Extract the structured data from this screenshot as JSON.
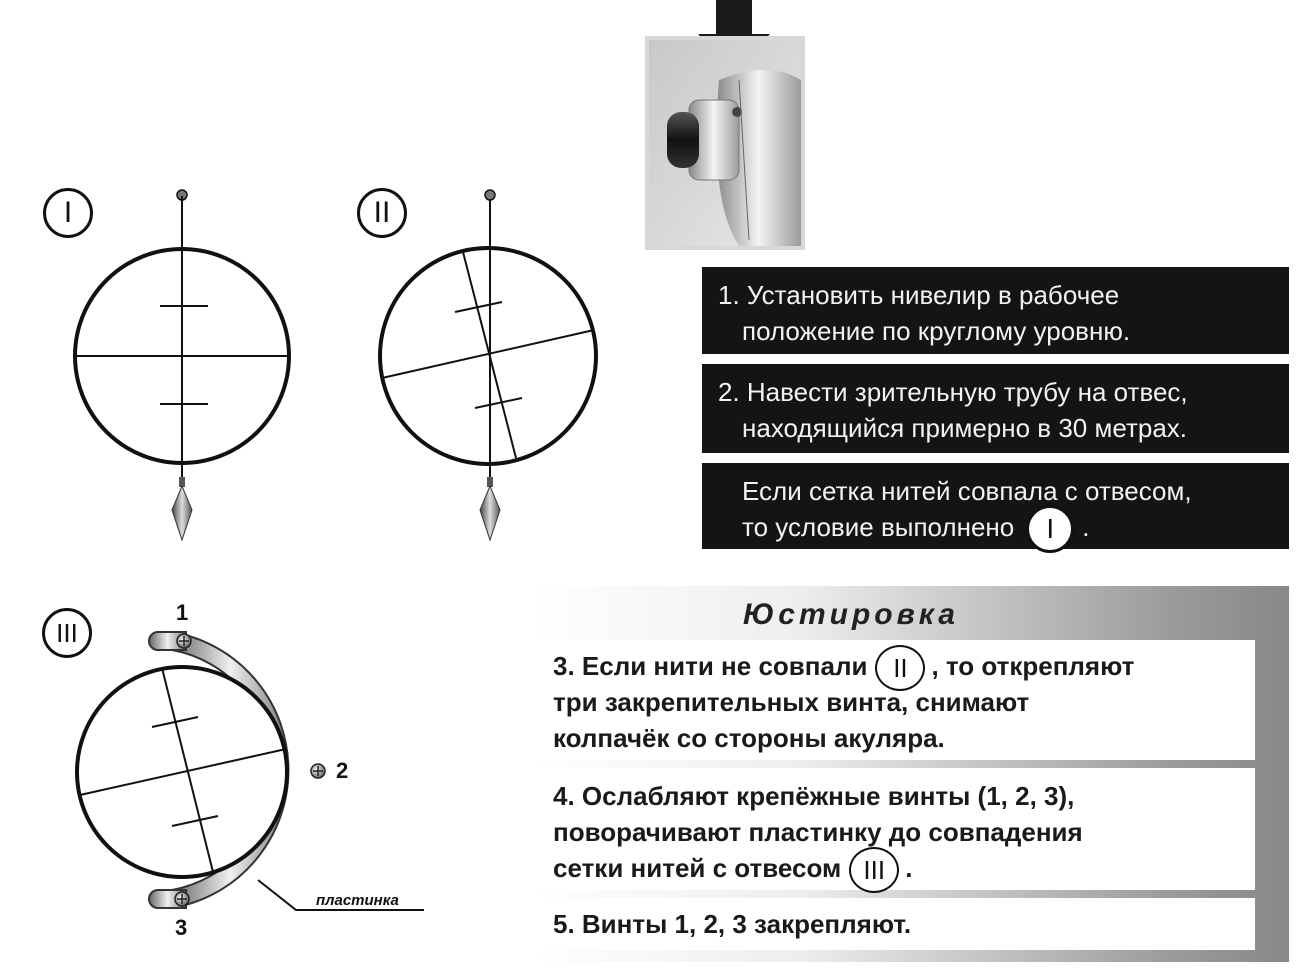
{
  "labels": {
    "fig_i": "I",
    "fig_ii": "II",
    "fig_iii": "III",
    "screw_1": "1",
    "screw_2": "2",
    "screw_3": "3",
    "plate": "пластинка"
  },
  "steps": {
    "step1_line1": "1. Установить нивелир в рабочее",
    "step1_line2": "положение по круглому уровню.",
    "step2_line1": "2. Навести зрительную трубу на отвес,",
    "step2_line2": "находящийся примерно в 30 метрах.",
    "cond_line1": "Если сетка нитей совпала с отвесом,",
    "cond_line2": "то условие выполнено",
    "cond_badge": "I",
    "cond_end": "."
  },
  "adjustment": {
    "title": "Юстировка",
    "step3_a": "3. Если нити не совпали",
    "step3_badge": "II",
    "step3_b": ", то открепляют",
    "step3_line2": "три закрепительных винта, снимают",
    "step3_line3": "колпачёк со стороны акуляра.",
    "step4_line1": "4. Ослабляют крепёжные винты (1, 2, 3),",
    "step4_line2": "поворачивают пластинку до совпадения",
    "step4_line3a": "сетки нитей с отвесом",
    "step4_badge": "III",
    "step4_end": ".",
    "step5": "5. Винты  1, 2, 3 закрепляют."
  },
  "icons": {
    "arrow": "down-arrow-icon",
    "plumb": "plumb-bob-icon",
    "screw": "screw-icon"
  },
  "colors": {
    "dark_box": "#141414",
    "line": "#111111",
    "panel_gradient_end": "#888888"
  }
}
